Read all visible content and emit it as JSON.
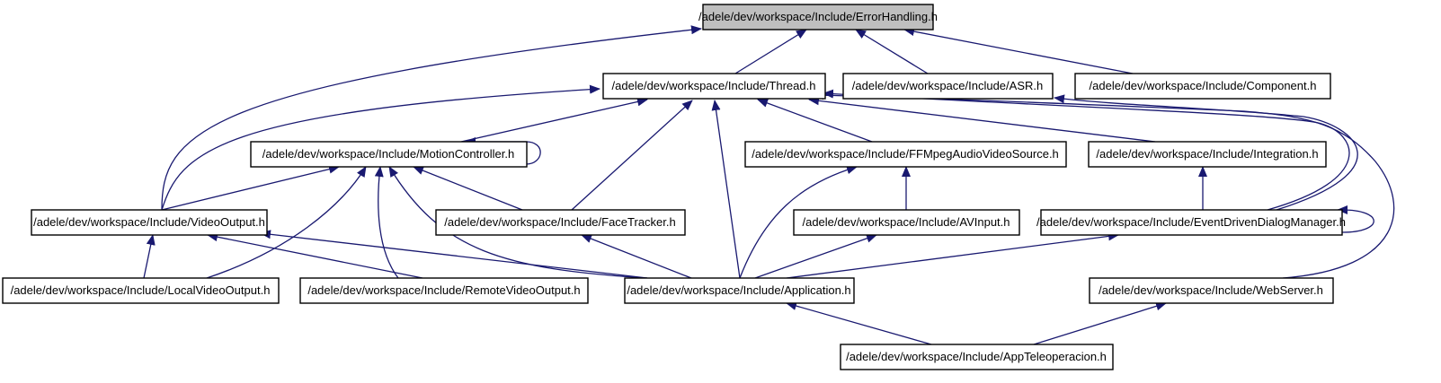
{
  "diagram": {
    "nodes": [
      {
        "id": "errorhandling",
        "label": "/adele/dev/workspace/Include/ErrorHandling.h",
        "highlight": true
      },
      {
        "id": "thread",
        "label": "/adele/dev/workspace/Include/Thread.h"
      },
      {
        "id": "asr",
        "label": "/adele/dev/workspace/Include/ASR.h"
      },
      {
        "id": "component",
        "label": "/adele/dev/workspace/Include/Component.h"
      },
      {
        "id": "motioncontroller",
        "label": "/adele/dev/workspace/Include/MotionController.h"
      },
      {
        "id": "ffmpeg",
        "label": "/adele/dev/workspace/Include/FFMpegAudioVideoSource.h"
      },
      {
        "id": "integration",
        "label": "/adele/dev/workspace/Include/Integration.h"
      },
      {
        "id": "videooutput",
        "label": "/adele/dev/workspace/Include/VideoOutput.h"
      },
      {
        "id": "facetracker",
        "label": "/adele/dev/workspace/Include/FaceTracker.h"
      },
      {
        "id": "avinput",
        "label": "/adele/dev/workspace/Include/AVInput.h"
      },
      {
        "id": "edm",
        "label": "/adele/dev/workspace/Include/EventDrivenDialogManager.h"
      },
      {
        "id": "localvideo",
        "label": "/adele/dev/workspace/Include/LocalVideoOutput.h"
      },
      {
        "id": "remotevideo",
        "label": "/adele/dev/workspace/Include/RemoteVideoOutput.h"
      },
      {
        "id": "application",
        "label": "/adele/dev/workspace/Include/Application.h"
      },
      {
        "id": "webserver",
        "label": "/adele/dev/workspace/Include/WebServer.h"
      },
      {
        "id": "appteleop",
        "label": "/adele/dev/workspace/Include/AppTeleoperacion.h"
      }
    ],
    "edges": [
      {
        "from": "errorhandling",
        "to": "thread"
      },
      {
        "from": "errorhandling",
        "to": "asr"
      },
      {
        "from": "errorhandling",
        "to": "component"
      },
      {
        "from": "errorhandling",
        "to": "videooutput"
      },
      {
        "from": "thread",
        "to": "motioncontroller"
      },
      {
        "from": "thread",
        "to": "ffmpeg"
      },
      {
        "from": "thread",
        "to": "integration"
      },
      {
        "from": "thread",
        "to": "videooutput"
      },
      {
        "from": "thread",
        "to": "facetracker"
      },
      {
        "from": "thread",
        "to": "application"
      },
      {
        "from": "thread",
        "to": "edm"
      },
      {
        "from": "thread",
        "to": "webserver"
      },
      {
        "from": "asr",
        "to": "edm"
      },
      {
        "from": "motioncontroller",
        "to": "motioncontroller"
      },
      {
        "from": "motioncontroller",
        "to": "videooutput"
      },
      {
        "from": "motioncontroller",
        "to": "facetracker"
      },
      {
        "from": "motioncontroller",
        "to": "localvideo"
      },
      {
        "from": "motioncontroller",
        "to": "remotevideo"
      },
      {
        "from": "motioncontroller",
        "to": "application"
      },
      {
        "from": "ffmpeg",
        "to": "avinput"
      },
      {
        "from": "ffmpeg",
        "to": "application"
      },
      {
        "from": "integration",
        "to": "edm"
      },
      {
        "from": "videooutput",
        "to": "localvideo"
      },
      {
        "from": "videooutput",
        "to": "remotevideo"
      },
      {
        "from": "videooutput",
        "to": "application"
      },
      {
        "from": "facetracker",
        "to": "application"
      },
      {
        "from": "avinput",
        "to": "application"
      },
      {
        "from": "edm",
        "to": "edm"
      },
      {
        "from": "edm",
        "to": "application"
      },
      {
        "from": "application",
        "to": "appteleop"
      },
      {
        "from": "webserver",
        "to": "appteleop"
      }
    ],
    "colors": {
      "edge": "#191970",
      "root_fill": "#bfbfbf",
      "node_fill": "#ffffff",
      "border": "#000000"
    }
  }
}
